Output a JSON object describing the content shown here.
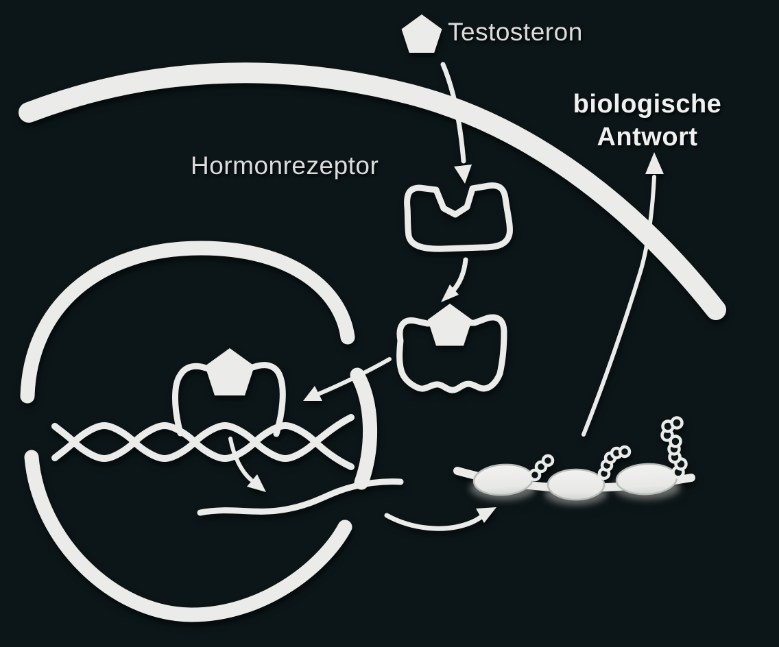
{
  "labels": {
    "hormone": "Testosteron",
    "receptor": "Hormonrezeptor",
    "response_line1": "biologische",
    "response_line2": "Antwort"
  },
  "colors": {
    "background": "#0c1619",
    "shape": "#ebece9",
    "ribosome_rim": "#b9bcb9",
    "label_text": "#dcdcdc",
    "response_text_bold": "#f0f0f0"
  },
  "icons": {
    "hormone_icon": "pentagon",
    "free_receptor_icon": "cup-with-pentagon-notch",
    "bound_receptor_icon": "cup-with-pentagon-and-wavy-base",
    "nucleus_icon": "open-circle-envelope",
    "dna_icon": "double-helix",
    "mrna_icon": "wavy-strand",
    "ribosome_icon": "ellipse-on-strand",
    "polypeptide_icon": "bead-chain",
    "membrane_icon": "broad-arc"
  }
}
